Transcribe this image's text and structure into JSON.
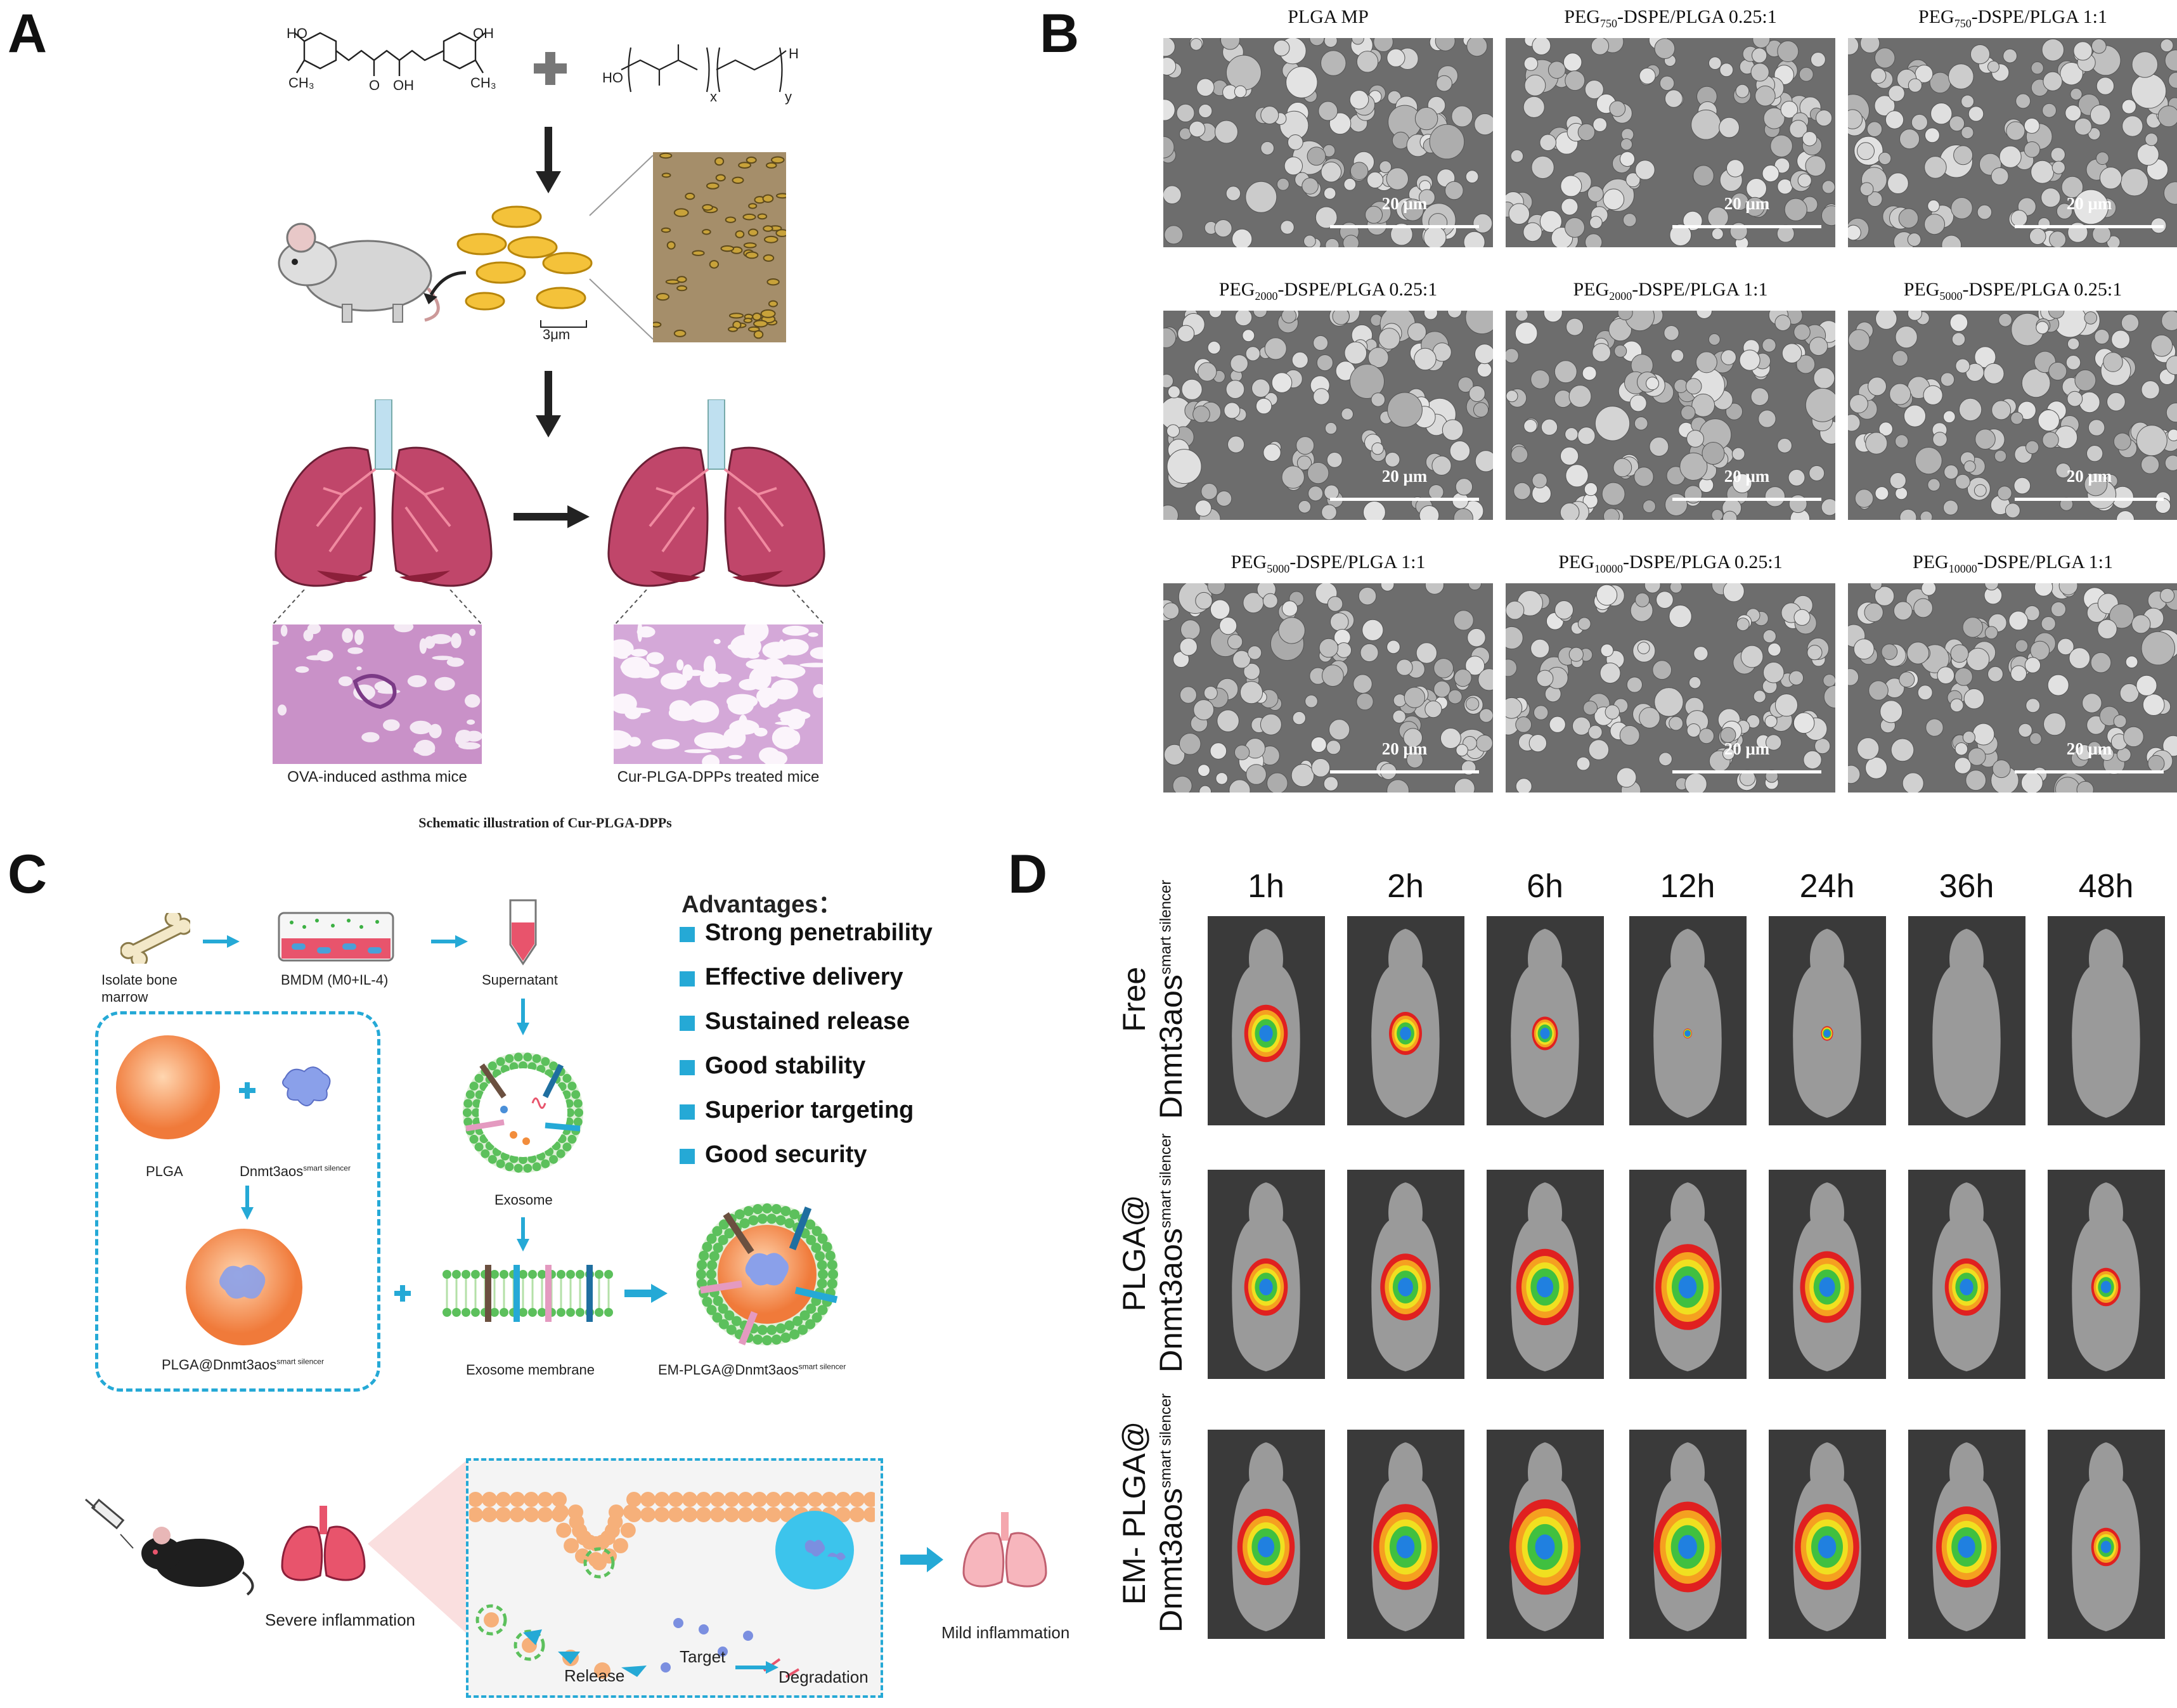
{
  "panels": {
    "a": "A",
    "b": "B",
    "c": "C",
    "d": "D"
  },
  "panel_a": {
    "scale": "3μm",
    "label_left": "OVA-induced asthma mice",
    "label_right": "Cur-PLGA-DPPs treated mice",
    "caption": "Schematic illustration of Cur-PLGA-DPPs",
    "chem": {
      "ho1": "HO",
      "ch3o1": "CH₃",
      "o1": "O",
      "oh1": "OH",
      "oh2": "OH",
      "ch3o2": "CH₃",
      "ho2": "HO",
      "h": "H",
      "x": "x",
      "y": "y"
    }
  },
  "panel_b": {
    "scale": "20 μm",
    "images": [
      {
        "base": "PLGA MP",
        "sub": "",
        "rest": ""
      },
      {
        "base": "PEG",
        "sub": "750",
        "rest": "-DSPE/PLGA 0.25:1"
      },
      {
        "base": "PEG",
        "sub": "750",
        "rest": "-DSPE/PLGA 1:1"
      },
      {
        "base": "PEG",
        "sub": "2000",
        "rest": "-DSPE/PLGA 0.25:1"
      },
      {
        "base": "PEG",
        "sub": "2000",
        "rest": "-DSPE/PLGA 1:1"
      },
      {
        "base": "PEG",
        "sub": "5000",
        "rest": "-DSPE/PLGA 0.25:1"
      },
      {
        "base": "PEG",
        "sub": "5000",
        "rest": "-DSPE/PLGA 1:1"
      },
      {
        "base": "PEG",
        "sub": "10000",
        "rest": "-DSPE/PLGA 0.25:1"
      },
      {
        "base": "PEG",
        "sub": "10000",
        "rest": "-DSPE/PLGA 1:1"
      }
    ]
  },
  "panel_c": {
    "isolate": "Isolate bone",
    "isolate2": "marrow",
    "bmdm": "BMDM (M0+IL-4)",
    "supernatant": "Supernatant",
    "plga": "PLGA",
    "dnmt": "Dnmt3aos",
    "dnmt_sup": "smart silencer",
    "exosome": "Exosome",
    "plga_dnmt": "PLGA@Dnmt3aos",
    "exo_membrane": "Exosome membrane",
    "em_plga": "EM-PLGA@Dnmt3aos",
    "advantages_title": "Advantages：",
    "advantages": [
      "Strong penetrability",
      "Effective delivery",
      "Sustained release",
      "Good stability",
      "Superior targeting",
      "Good security"
    ],
    "severe": "Severe inflammation",
    "mild": "Mild inflammation",
    "release": "Release",
    "target": "Target",
    "degradation": "Degradation"
  },
  "panel_d": {
    "times": [
      "1h",
      "2h",
      "6h",
      "12h",
      "24h",
      "36h",
      "48h"
    ],
    "rows": [
      {
        "line1": "Free",
        "line2": "Dnmt3aos",
        "sup": "smart silencer"
      },
      {
        "line1": "PLGA@",
        "line2": "Dnmt3aos",
        "sup": "smart silencer"
      },
      {
        "line1": "EM- PLGA@",
        "line2": "Dnmt3aos",
        "sup": "smart silencer"
      }
    ],
    "signal_levels": [
      [
        0.55,
        0.4,
        0.3,
        0.05,
        0.1,
        0.0,
        0.0
      ],
      [
        0.55,
        0.65,
        0.75,
        0.85,
        0.7,
        0.55,
        0.35
      ],
      [
        0.75,
        0.85,
        0.95,
        0.9,
        0.85,
        0.8,
        0.35
      ]
    ]
  },
  "colors": {
    "accent_blue": "#25a9d6",
    "lung": "#c0466a",
    "plga_orange": "#f59a5a",
    "membrane_green": "#5cc05c"
  }
}
